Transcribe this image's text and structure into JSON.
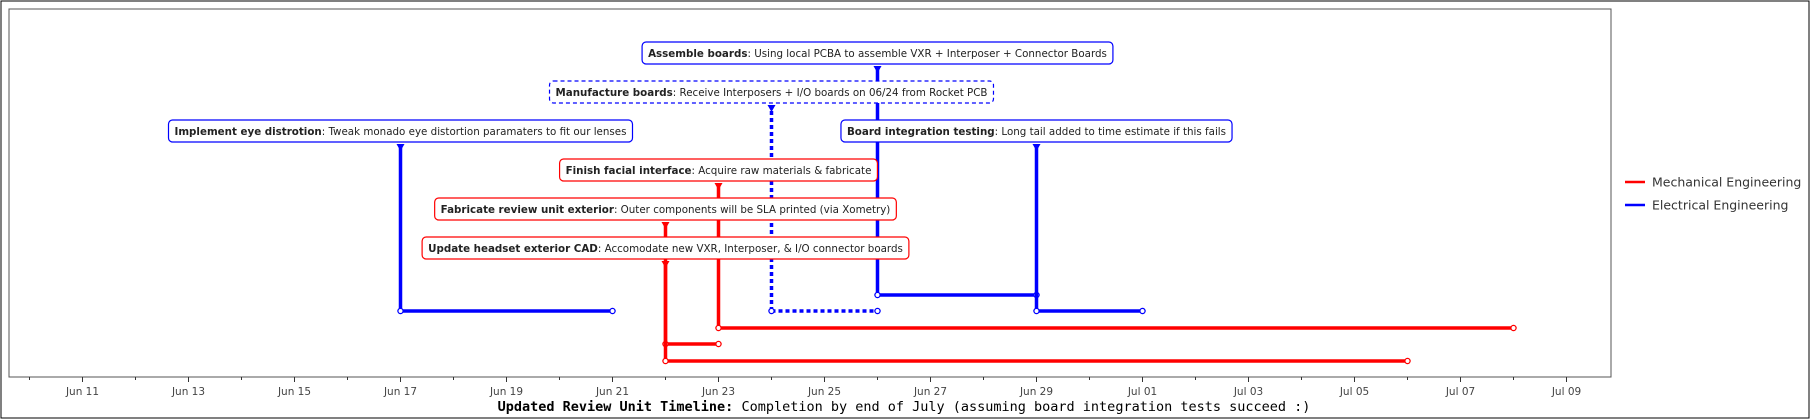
{
  "chart_data": {
    "type": "timeline",
    "title_bold": "Updated Review Unit Timeline:",
    "title_rest": " Completion by end of July (assuming board integration tests succeed :)",
    "x_range": [
      "2024-06-10",
      "2024-07-10"
    ],
    "x_ticks": [
      {
        "date": "2024-06-11",
        "label": "Jun 11"
      },
      {
        "date": "2024-06-13",
        "label": "Jun 13"
      },
      {
        "date": "2024-06-15",
        "label": "Jun 15"
      },
      {
        "date": "2024-06-17",
        "label": "Jun 17"
      },
      {
        "date": "2024-06-19",
        "label": "Jun 19"
      },
      {
        "date": "2024-06-21",
        "label": "Jun 21"
      },
      {
        "date": "2024-06-23",
        "label": "Jun 23"
      },
      {
        "date": "2024-06-25",
        "label": "Jun 25"
      },
      {
        "date": "2024-06-27",
        "label": "Jun 27"
      },
      {
        "date": "2024-06-29",
        "label": "Jun 29"
      },
      {
        "date": "2024-07-01",
        "label": "Jul 01"
      },
      {
        "date": "2024-07-03",
        "label": "Jul 03"
      },
      {
        "date": "2024-07-05",
        "label": "Jul 05"
      },
      {
        "date": "2024-07-07",
        "label": "Jul 07"
      },
      {
        "date": "2024-07-09",
        "label": "Jul 09"
      }
    ],
    "legend": [
      {
        "name": "Mechanical Engineering",
        "color": "#ff0000"
      },
      {
        "name": "Electrical Engineering",
        "color": "#0000ff"
      }
    ],
    "legend_position": "right",
    "tasks": [
      {
        "name": "Implement eye distrotion",
        "desc": ": Tweak monado eye distortion paramaters to fit our lenses",
        "team": "Electrical Engineering",
        "start": "2024-06-17",
        "end": "2024-06-21",
        "dashed": false
      },
      {
        "name": "Manufacture boards",
        "desc": ": Receive Interposers + I/O boards on 06/24 from Rocket PCB",
        "team": "Electrical Engineering",
        "start": "2024-06-24",
        "end": "2024-06-26",
        "dashed": true
      },
      {
        "name": "Assemble boards",
        "desc": ": Using local PCBA to assemble VXR + Interposer + Connector Boards",
        "team": "Electrical Engineering",
        "start": "2024-06-26",
        "end": "2024-06-29",
        "dashed": false
      },
      {
        "name": "Board integration testing",
        "desc": ": Long tail added to time estimate if this fails",
        "team": "Electrical Engineering",
        "start": "2024-06-29",
        "end": "2024-07-01",
        "dashed": false
      },
      {
        "name": "Finish facial interface",
        "desc": ": Acquire raw materials & fabricate",
        "team": "Mechanical Engineering",
        "start": "2024-06-23",
        "end": "2024-07-08",
        "dashed": false
      },
      {
        "name": "Fabricate review unit exterior",
        "desc": ": Outer components will be SLA printed (via Xometry)",
        "team": "Mechanical Engineering",
        "start": "2024-06-22",
        "end": "2024-06-23",
        "dashed": false
      },
      {
        "name": "Update headset exterior CAD",
        "desc": ": Accomodate new VXR, Interposer, & I/O connector boards",
        "team": "Mechanical Engineering",
        "start": "2024-06-22",
        "end": "2024-07-06",
        "dashed": false
      }
    ],
    "grid": false
  }
}
